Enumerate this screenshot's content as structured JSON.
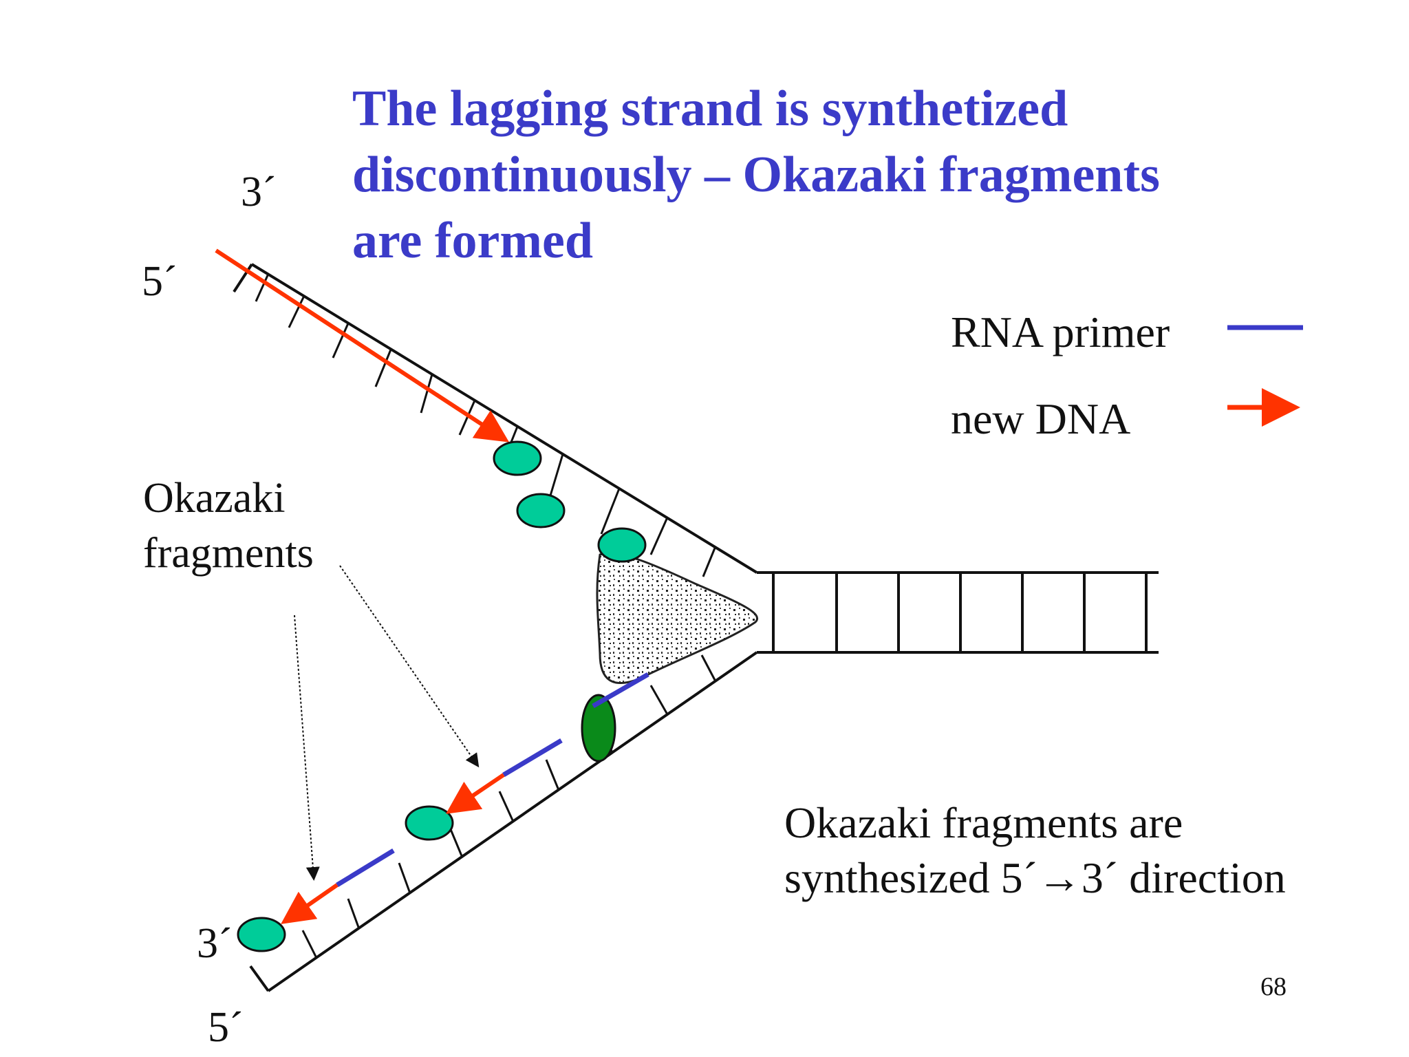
{
  "title": {
    "line1": "The lagging strand is synthetized",
    "line2": "discontinuously – Okazaki fragments",
    "line3": "are formed"
  },
  "strand_labels": {
    "top_3prime": "3´",
    "top_5prime": "5´",
    "bottom_3prime": "3´",
    "bottom_5prime": "5´"
  },
  "legend": {
    "rna_primer": "RNA primer",
    "new_dna": "new DNA",
    "rna_primer_color": "#3a3ac8",
    "new_dna_color": "#ff3300"
  },
  "okazaki_label": {
    "line1": "Okazaki",
    "line2": "fragments"
  },
  "caption": {
    "line1": "Okazaki fragments are",
    "line2": "synthesized  5´→3´ direction"
  },
  "page_number": "68",
  "colors": {
    "title": "#3b3bc8",
    "polymerase_teal": "#00cc99",
    "polymerase_green": "#0a8a1a",
    "primer_blue": "#3a3ac8",
    "new_dna_red": "#ff3300"
  }
}
